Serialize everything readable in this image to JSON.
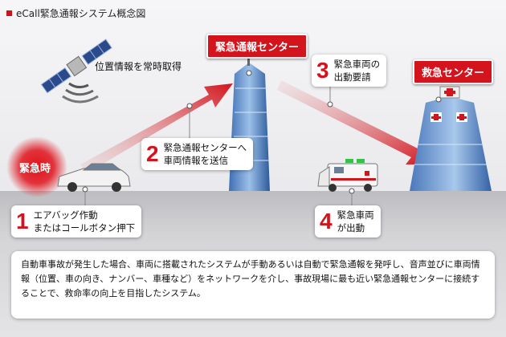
{
  "title": "eCall緊急通報システム概念図",
  "labels": {
    "center": "緊急通報センター",
    "rescue": "救急センター",
    "emergency": "緊急時",
    "satellite": "位置情報を常時取得"
  },
  "steps": [
    {
      "num": "1",
      "text": "エアバッグ作動\nまたはコールボタン押下"
    },
    {
      "num": "2",
      "text": "緊急通報センターへ\n車両情報を送信"
    },
    {
      "num": "3",
      "text": "緊急車両の\n出動要請"
    },
    {
      "num": "4",
      "text": "緊急車両\nが出動"
    }
  ],
  "description": "自動車事故が発生した場合、車両に搭載されたシステムが手動あるいは自動で緊急通報を発呼し、音声並びに車両情報（位置、車の向き、ナンバー、車種など）をネットワークを介し、事故現場に最も近い緊急通報センターに接続することで、救命率の向上を目指したシステム。",
  "colors": {
    "accent": "#d3141c"
  }
}
